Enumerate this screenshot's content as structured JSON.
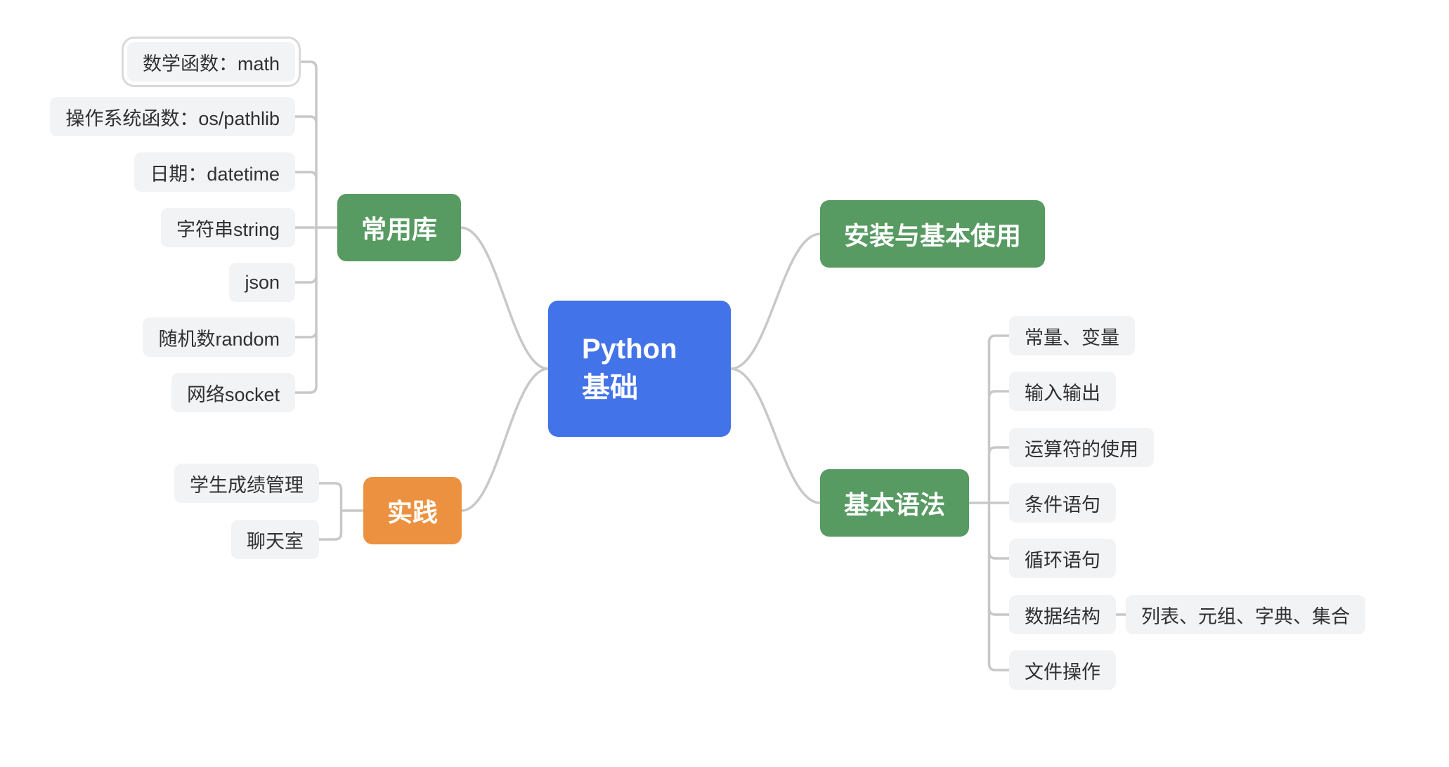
{
  "colors": {
    "root_bg": "#4373E8",
    "branch_bg": "#579A62",
    "practice_bg": "#EC9140",
    "leaf_bg": "#F2F3F5",
    "leaf_text": "#303033",
    "node_text": "#FFFFFF",
    "connector": "#C8C8C8",
    "selection_ring": "#D9D9DB",
    "canvas_bg": "#FFFFFF"
  },
  "mindmap": {
    "root": {
      "line1": "Python",
      "line2": "基础"
    },
    "branch_libs": {
      "label": "常用库",
      "children": [
        "数学函数：math",
        "操作系统函数：os/pathlib",
        "日期：datetime",
        "字符串string",
        "json",
        "随机数random",
        "网络socket"
      ]
    },
    "branch_practice": {
      "label": "实践",
      "children": [
        "学生成绩管理",
        "聊天室"
      ]
    },
    "branch_install": {
      "label": "安装与基本使用"
    },
    "branch_syntax": {
      "label": "基本语法",
      "children": [
        "常量、变量",
        "输入输出",
        "运算符的使用",
        "条件语句",
        "循环语句",
        "数据结构",
        "文件操作"
      ],
      "datastruct_child": "列表、元组、字典、集合"
    },
    "selection": {
      "selected_node": "数学函数：math"
    }
  }
}
